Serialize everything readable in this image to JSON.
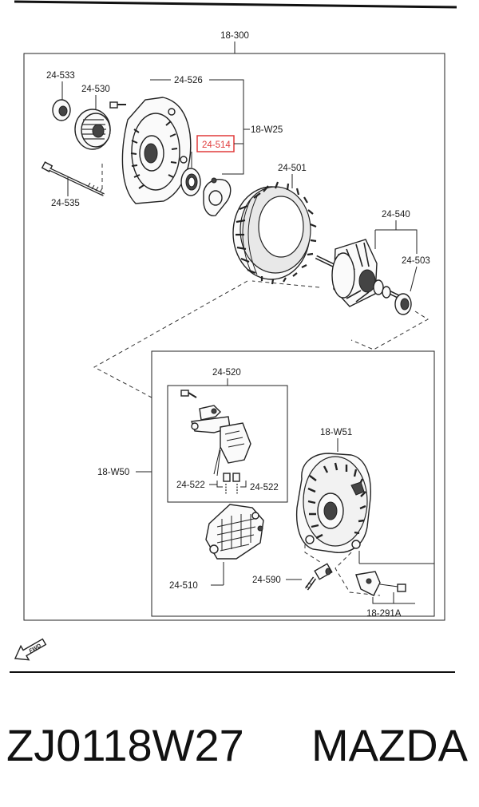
{
  "diagram": {
    "group_label": "18-300",
    "callouts": {
      "c_24_533": "24-533",
      "c_24_530": "24-530",
      "c_24_526": "24-526",
      "c_18_w25": "18-W25",
      "c_24_514": "24-514",
      "c_24_501": "24-501",
      "c_24_540": "24-540",
      "c_24_503": "24-503",
      "c_24_535": "24-535",
      "c_24_520": "24-520",
      "c_18_w51": "18-W51",
      "c_18_w50": "18-W50",
      "c_24_522_left": "24-522",
      "c_24_522_right": "24-522",
      "c_24_510": "24-510",
      "c_24_590": "24-590",
      "c_18_291a": "18-291A"
    },
    "highlight_color": "#e03a3a",
    "fwd_arrow_label": "FWD"
  },
  "footer": {
    "part_number": "ZJ0118W27",
    "brand": "MAZDA"
  }
}
